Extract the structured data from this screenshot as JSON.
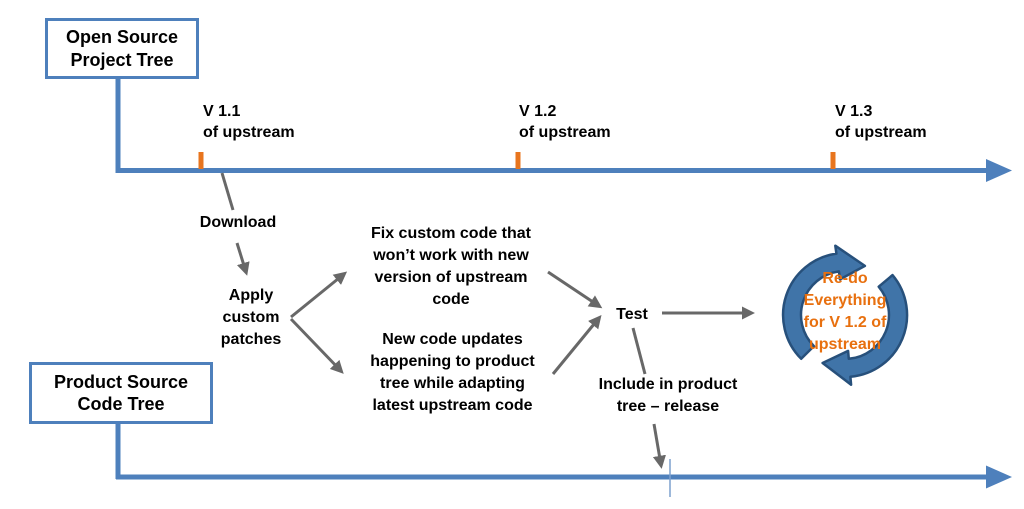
{
  "colors": {
    "timeline_blue": "#4E80BC",
    "cycle_arrow_fill": "#4074A8",
    "cycle_arrow_stroke": "#27507B",
    "tick_orange": "#E8751E",
    "redo_text_orange": "#E8700F",
    "gray_arrow": "#686868",
    "release_marker_blue": "#7CA1CE",
    "text_black": "#000000"
  },
  "boxes": {
    "open_source_tree": "Open Source\nProject Tree",
    "product_source_tree": "Product Source\nCode Tree"
  },
  "timeline_top": {
    "labels": [
      {
        "text": "V 1.1\nof upstream"
      },
      {
        "text": "V 1.2\nof upstream"
      },
      {
        "text": "V 1.3\nof upstream"
      }
    ]
  },
  "steps": {
    "download": "Download",
    "apply_patches": "Apply\ncustom\npatches",
    "fix_custom_code": "Fix custom code that\nwon’t work with new\nversion of upstream\ncode",
    "new_code_updates": "New code updates\nhappening to product\ntree while adapting\nlatest upstream code",
    "test": "Test",
    "include_in_product": "Include in product\ntree – release",
    "redo_cycle": "Re-do\nEverything\nfor V 1.2 of\nupstream"
  }
}
